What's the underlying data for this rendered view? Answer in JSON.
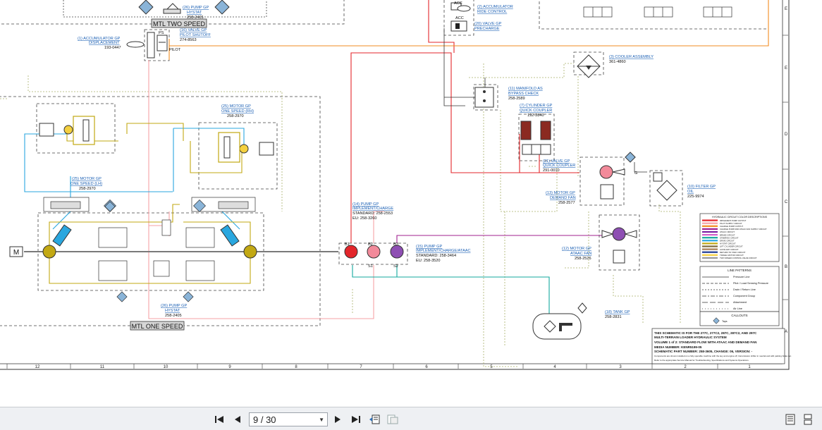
{
  "diagram": {
    "banners": {
      "mtl_two_speed": "MTL TWO SPEED",
      "mtl_one_speed": "MTL ONE SPEED"
    },
    "callouts": {
      "pump_hystat_top": {
        "line1": "(26) PUMP GP",
        "line2": "HYSTAT",
        "part": "258-2405"
      },
      "accumulator_disp": {
        "line1": "(1) ACCUMULATOR GP",
        "line2": "DISPLACEMENT",
        "part": "193-0447"
      },
      "valve_pilot": {
        "line1": "(16) VALVE GP",
        "line2": "PILOT SHUTOFF",
        "part": "274-8563"
      },
      "pilot": "PILOT",
      "accumulator_ride": {
        "line1": "(2) ACCUMULATOR",
        "line2": "RIDE CONTROL"
      },
      "valve_precharge": {
        "line1": "(20) VALVE GP",
        "line2": "PRECHARGE"
      },
      "cooler": {
        "line1": "(3) COOLER ASSEMBLY",
        "part": "361-4860"
      },
      "manifold_bypass": {
        "line1": "(11) MANIFOLD AS",
        "line2": "BYPASS CHECK",
        "part": "258-2589"
      },
      "cylinder_coupler": {
        "line1": "(7) CYLINDER GP",
        "line2": "QUICK COUPLER",
        "part": "192-2840"
      },
      "valve_coupler": {
        "line1": "(21) VALVE GP",
        "line2": "QUICK COUPLER",
        "part": "291-0010"
      },
      "motor_demand_fan": {
        "line1": "(13) MOTOR GP",
        "line2": "DEMAND FAN",
        "part": "258-2577"
      },
      "filter_oil": {
        "line1": "(10) FILTER GP",
        "line2": "OIL",
        "part": "225-9974"
      },
      "motor_rh": {
        "line1": "(25) MOTOR GP",
        "line2": "ONE SPEED (RH)",
        "part": "258-2970"
      },
      "motor_lh": {
        "line1": "(25) MOTOR GP",
        "line2": "ONE SPEED (LH)",
        "part": "258-2970"
      },
      "pump_implement": {
        "line1": "(14) PUMP GP",
        "line2": "IMPLEMENT/CHARGE",
        "std": "STANDARD: 258-2553",
        "eu": "EU: 258-3260"
      },
      "pump_ataac": {
        "line1": "(15) PUMP GP",
        "line2": "IMPLEMENT/CHARGE/ATAAC",
        "std": "STANDARD: 258-3464",
        "eu": "EU: 258-3520"
      },
      "motor_ataac": {
        "line1": "(12) MOTOR GP",
        "line2": "ATAAC FAN",
        "part": "258-2526"
      },
      "pump_hystat_bottom": {
        "line1": "(26) PUMP GP",
        "line2": "HYSTAT",
        "part": "258-2405"
      },
      "tank": {
        "line1": "(18) TANK GP",
        "part": "258-2831"
      },
      "port_ps": "PS",
      "port_t": "T",
      "port_acc1": "ACC",
      "port_acc2": "ACC",
      "port_g": "G",
      "port_b1": "B1",
      "port_b2": "B2",
      "port_b3": "B3",
      "port_s1": "S1",
      "port_s2": "S2"
    },
    "legend": {
      "color_title": "HYDRAULIC CIRCUIT COLOR DESCRIPTIONS",
      "colors": [
        {
          "color": "#e3262b",
          "label": "IMPLEMENT PUMP OUTPUT"
        },
        {
          "color": "#f5a2a6",
          "label": "PILOT SUPPLY CIRCUIT"
        },
        {
          "color": "#f28b20",
          "label": "CHARGE PUMP OUTPUT"
        },
        {
          "color": "#a0208f",
          "label": "CHARGE PUMP AND ATAAC FAN SUPPLY CIRCUIT"
        },
        {
          "color": "#7a1fa2",
          "label": "ATAAC CIRCUIT"
        },
        {
          "color": "#d35ecb",
          "label": "BRAKE CIRCUIT"
        },
        {
          "color": "#13a89e",
          "label": "STEERING CIRCUIT"
        },
        {
          "color": "#2aa7df",
          "label": "DRIVE CIRCUIT"
        },
        {
          "color": "#c2a813",
          "label": "HYSTAT CIRCUIT"
        },
        {
          "color": "#7f6a3b",
          "label": "LIFT CYLINDER CIRCUIT"
        },
        {
          "color": "#a67c52",
          "label": "AUXILIARY CIRCUIT"
        },
        {
          "color": "#1f3a93",
          "label": "RETURN TO TANK CIRCUIT"
        },
        {
          "color": "#f4d03f",
          "label": "TRAVEL MOTOR CIRCUIT"
        },
        {
          "color": "#999999",
          "label": "TWO SPEED CONTROL VALVE CIRCUIT"
        }
      ],
      "patterns_title": "LINE PATTERNS",
      "patterns": [
        "Pressure Line",
        "Pilot / Load Sensing Pressure",
        "Drain / Return Line",
        "Component Group",
        "Attachment",
        "Air Line"
      ],
      "callouts_title": "CALLOUTS",
      "callout_item": "Taps"
    },
    "title_block": {
      "l1": "THIS SCHEMATIC IS FOR THE 277C, 277C2, 287C, 287C2, AND 297C",
      "l2": "MULTI-TERRAIN LOADER HYDRAULIC SYSTEM",
      "l3": "VOLUME 1 of 2: STANDARD FLOW WITH ATAAC AND DEMAND FAN",
      "l4": "MEDIA NUMBER: KENR5199-05",
      "l5": "SCHEMATIC PART NUMBER: 258-3605, CHANGE: 06, VERSION: -",
      "l6": "Components are shown installed on a fully operable machine with the key and engine off, transmission shifter in neutral and with parking brake set.",
      "l7": "Refer to the appropriate Service Manual for Troubleshooting, Specifications and Systems Operations."
    },
    "grid_cols": [
      "12",
      "11",
      "10",
      "9",
      "8",
      "7",
      "6",
      "5",
      "4",
      "3",
      "2",
      "1"
    ],
    "grid_rows": [
      "E",
      "E",
      "D",
      "C",
      "B",
      "A"
    ]
  },
  "toolbar": {
    "page_value": "9 / 30",
    "first_page_icon": "first-page-icon",
    "prev_page_icon": "prev-page-icon",
    "next_page_icon": "next-page-icon",
    "last_page_icon": "last-page-icon"
  }
}
